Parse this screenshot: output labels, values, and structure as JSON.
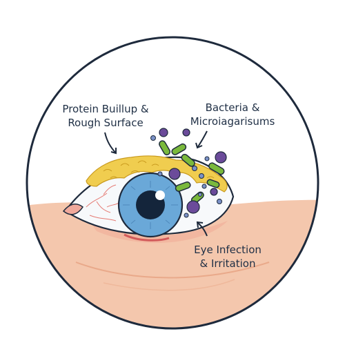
{
  "labels": {
    "protein": {
      "line1": "Protein Buillup &",
      "line2": "Rough Surface"
    },
    "bacteria": {
      "line1": "Bacteria &",
      "line2": "Microiagarisums"
    },
    "infection": {
      "line1": "Eye Infection",
      "line2": "& Irritation"
    }
  },
  "colors": {
    "outline": "#1e2a3c",
    "skin": "#f4c7ad",
    "skin_shadow": "#e9a98a",
    "protein": "#f0cd4f",
    "iris": "#6aa8d8",
    "bacteria_green": "#7ab93c",
    "microbe_purple": "#6b4b9a",
    "microbe_blue": "#7b92c8"
  }
}
